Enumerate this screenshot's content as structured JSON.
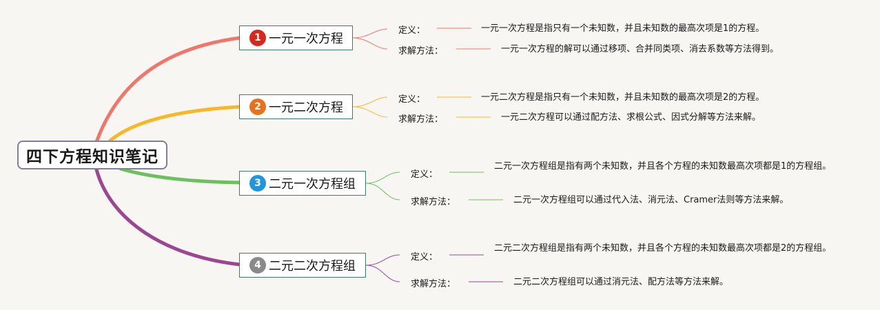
{
  "root": {
    "title": "四下方程知识笔记"
  },
  "branches": [
    {
      "number": "1",
      "title": "一元一次方程",
      "color": "#f0766a",
      "badge_color": "#d8281c",
      "items": [
        {
          "label": "定义：",
          "text": "一元一次方程是指只有一个未知数，并且未知数的最高次项是1的方程。"
        },
        {
          "label": "求解方法：",
          "text": "一元一次方程的解可以通过移项、合并同类项、消去系数等方法得到。"
        }
      ]
    },
    {
      "number": "2",
      "title": "一元二次方程",
      "color": "#f7b828",
      "badge_color": "#e8721c",
      "items": [
        {
          "label": "定义：",
          "text": "一元二次方程是指只有一个未知数，并且未知数的最高次项是2的方程。"
        },
        {
          "label": "求解方法：",
          "text": "一元二次方程可以通过配方法、求根公式、因式分解等方法来解。"
        }
      ]
    },
    {
      "number": "3",
      "title": "二元一次方程组",
      "color": "#6cc05e",
      "badge_color": "#2196de",
      "items": [
        {
          "label": "定义：",
          "text": "二元一次方程组是指有两个未知数，并且各个方程的未知数最高次项都是1的方程组。"
        },
        {
          "label": "求解方法：",
          "text": "二元一次方程组可以通过代入法、消元法、Cramer法则等方法来解。"
        }
      ]
    },
    {
      "number": "4",
      "title": "二元二次方程组",
      "color": "#9a4690",
      "badge_color": "#8a8a8a",
      "items": [
        {
          "label": "定义：",
          "text": "二元二次方程组是指有两个未知数，并且各个方程的未知数最高次项都是2的方程组。"
        },
        {
          "label": "求解方法：",
          "text": "二元二次方程组可以通过消元法、配方法等方法来解。"
        }
      ]
    }
  ]
}
